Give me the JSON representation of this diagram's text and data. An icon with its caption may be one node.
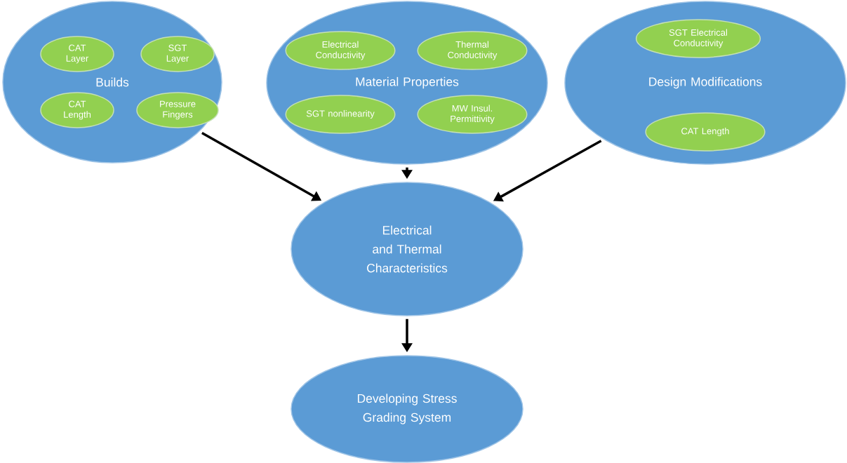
{
  "diagram": {
    "nodes": [
      {
        "text": [
          "Builds"
        ]
      },
      {
        "text": [
          "CAT Layer"
        ],
        "in": 0
      },
      {
        "text": [
          "SGT Layer"
        ],
        "in": 0
      },
      {
        "text": [
          "CAT Length"
        ],
        "in": 0
      },
      {
        "text": [
          "Pressure Fingers"
        ],
        "in": 0
      },
      {
        "text": [
          "Material Properties"
        ]
      },
      {
        "text": [
          "Electrical Conductivity"
        ],
        "in": 5
      },
      {
        "text": [
          "Thermal Conductivity"
        ],
        "in": 5
      },
      {
        "text": [
          "SGT nonlinearity"
        ],
        "in": 5
      },
      {
        "text": [
          "MW Insul. Permittivity"
        ],
        "in": 5
      },
      {
        "text": [
          "Design Modifications"
        ]
      },
      {
        "text": [
          "SGT Electrical Conductivity"
        ],
        "in": 10
      },
      {
        "text": [
          "CAT Length"
        ],
        "in": 10
      },
      {
        "text": [
          "Electrical and Thermal Characteristics"
        ]
      },
      {
        "text": [
          "Developing Stress Grading System"
        ]
      }
    ],
    "edges": [
      {
        "from": 0,
        "to": 13,
        "arrow": "to"
      },
      {
        "from": 5,
        "to": 13,
        "arrow": "to"
      },
      {
        "from": 10,
        "to": 13,
        "arrow": "to"
      },
      {
        "from": 13,
        "to": 14,
        "arrow": "to"
      }
    ]
  }
}
